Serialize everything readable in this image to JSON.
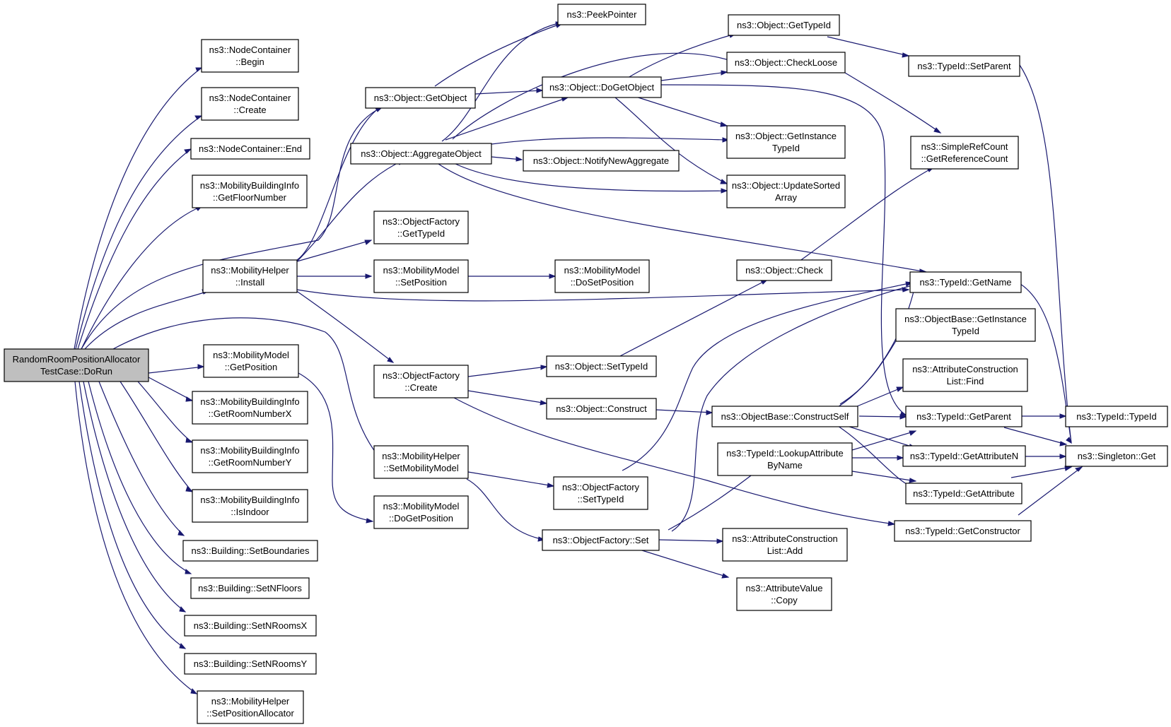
{
  "colors": {
    "edge": "#191970",
    "node_border": "#000000",
    "root_fill": "#bfbfbf",
    "highlight_border": "#ff0000",
    "background": "#ffffff"
  },
  "nodes": {
    "root": {
      "lines": [
        "RandomRoomPositionAllocator",
        "TestCase::DoRun"
      ]
    },
    "nc_begin": {
      "lines": [
        "ns3::NodeContainer",
        "::Begin"
      ]
    },
    "nc_create": {
      "lines": [
        "ns3::NodeContainer",
        "::Create"
      ]
    },
    "nc_end": {
      "lines": [
        "ns3::NodeContainer::End"
      ]
    },
    "mbi_floor": {
      "lines": [
        "ns3::MobilityBuildingInfo",
        "::GetFloorNumber"
      ]
    },
    "mh_install": {
      "lines": [
        "ns3::MobilityHelper",
        "::Install"
      ]
    },
    "mm_getpos": {
      "lines": [
        "ns3::MobilityModel",
        "::GetPosition"
      ]
    },
    "mbi_roomx": {
      "lines": [
        "ns3::MobilityBuildingInfo",
        "::GetRoomNumberX"
      ]
    },
    "mbi_roomy": {
      "lines": [
        "ns3::MobilityBuildingInfo",
        "::GetRoomNumberY"
      ]
    },
    "mbi_indoor": {
      "lines": [
        "ns3::MobilityBuildingInfo",
        "::IsIndoor"
      ]
    },
    "b_bounds": {
      "lines": [
        "ns3::Building::SetBoundaries"
      ]
    },
    "b_floors": {
      "lines": [
        "ns3::Building::SetNFloors"
      ]
    },
    "b_roomsx": {
      "lines": [
        "ns3::Building::SetNRoomsX"
      ]
    },
    "b_roomsy": {
      "lines": [
        "ns3::Building::SetNRoomsY"
      ]
    },
    "mh_setpa": {
      "lines": [
        "ns3::MobilityHelper",
        "::SetPositionAllocator"
      ]
    },
    "o_getobject": {
      "lines": [
        "ns3::Object::GetObject"
      ]
    },
    "o_aggregate": {
      "lines": [
        "ns3::Object::AggregateObject"
      ]
    },
    "of_gettypeid": {
      "lines": [
        "ns3::ObjectFactory",
        "::GetTypeId"
      ]
    },
    "mm_setpos": {
      "lines": [
        "ns3::MobilityModel",
        "::SetPosition"
      ]
    },
    "of_create": {
      "lines": [
        "ns3::ObjectFactory",
        "::Create"
      ]
    },
    "mh_setmm": {
      "lines": [
        "ns3::MobilityHelper",
        "::SetMobilityModel"
      ]
    },
    "mm_dogetpos": {
      "lines": [
        "ns3::MobilityModel",
        "::DoGetPosition"
      ]
    },
    "peekpointer": {
      "lines": [
        "ns3::PeekPointer"
      ]
    },
    "o_dogetobject": {
      "lines": [
        "ns3::Object::DoGetObject"
      ]
    },
    "o_notify": {
      "lines": [
        "ns3::Object::NotifyNewAggregate"
      ]
    },
    "mm_dosetpos": {
      "lines": [
        "ns3::MobilityModel",
        "::DoSetPosition"
      ]
    },
    "o_settypeid": {
      "lines": [
        "ns3::Object::SetTypeId"
      ]
    },
    "o_construct": {
      "lines": [
        "ns3::Object::Construct"
      ]
    },
    "of_settypeid": {
      "lines": [
        "ns3::ObjectFactory",
        "::SetTypeId"
      ]
    },
    "of_set": {
      "lines": [
        "ns3::ObjectFactory::Set"
      ]
    },
    "o_gettypeid": {
      "lines": [
        "ns3::Object::GetTypeId"
      ]
    },
    "o_checkloose": {
      "lines": [
        "ns3::Object::CheckLoose"
      ]
    },
    "o_getinst": {
      "lines": [
        "ns3::Object::GetInstance",
        "TypeId"
      ]
    },
    "o_updsorted": {
      "lines": [
        "ns3::Object::UpdateSorted",
        "Array"
      ]
    },
    "o_check": {
      "lines": [
        "ns3::Object::Check"
      ]
    },
    "ob_construct": {
      "lines": [
        "ns3::ObjectBase::ConstructSelf"
      ]
    },
    "t_lookup": {
      "lines": [
        "ns3::TypeId::LookupAttribute",
        "ByName"
      ]
    },
    "acl_add": {
      "lines": [
        "ns3::AttributeConstruction",
        "List::Add"
      ]
    },
    "av_copy": {
      "lines": [
        "ns3::AttributeValue",
        "::Copy"
      ]
    },
    "t_setparent": {
      "lines": [
        "ns3::TypeId::SetParent"
      ]
    },
    "src_getref": {
      "lines": [
        "ns3::SimpleRefCount",
        "::GetReferenceCount"
      ]
    },
    "t_getname": {
      "lines": [
        "ns3::TypeId::GetName"
      ]
    },
    "ob_getinst": {
      "lines": [
        "ns3::ObjectBase::GetInstance",
        "TypeId"
      ]
    },
    "acl_find": {
      "lines": [
        "ns3::AttributeConstruction",
        "List::Find"
      ]
    },
    "t_getparent": {
      "lines": [
        "ns3::TypeId::GetParent"
      ]
    },
    "t_getattrn": {
      "lines": [
        "ns3::TypeId::GetAttributeN"
      ]
    },
    "t_getattr": {
      "lines": [
        "ns3::TypeId::GetAttribute"
      ]
    },
    "t_getctor": {
      "lines": [
        "ns3::TypeId::GetConstructor"
      ]
    },
    "t_typeid": {
      "lines": [
        "ns3::TypeId::TypeId"
      ]
    },
    "singleton": {
      "lines": [
        "ns3::Singleton::Get"
      ]
    }
  }
}
